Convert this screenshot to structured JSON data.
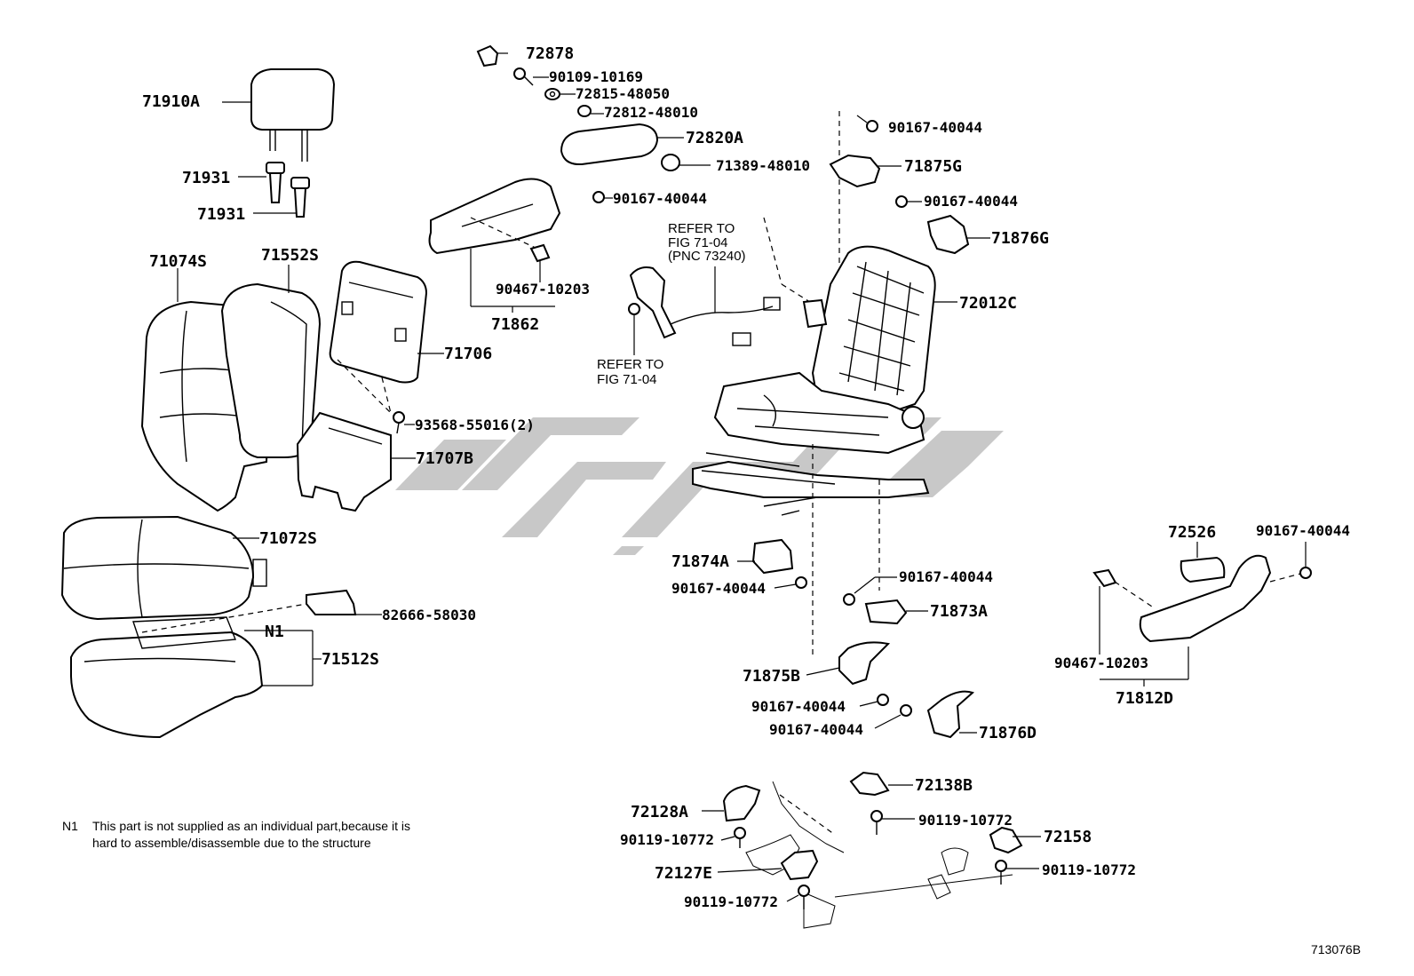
{
  "callouts": {
    "p72878": "72878",
    "p90109_10169": "90109-10169",
    "p72815_48050": "72815-48050",
    "p72812_48010": "72812-48010",
    "p72820A": "72820A",
    "p71389_48010": "71389-48010",
    "p90167_40044_a": "90167-40044",
    "p71875G": "71875G",
    "p90167_40044_b": "90167-40044",
    "p71876G": "71876G",
    "p71910A": "71910A",
    "p71931_a": "71931",
    "p71931_b": "71931",
    "p90167_40044_c": "90167-40044",
    "p71074S": "71074S",
    "p71552S": "71552S",
    "p90467_10203_a": "90467-10203",
    "p71862": "71862",
    "p72012C": "72012C",
    "p71706": "71706",
    "p93568_55016": "93568-55016(2)",
    "p71707B": "71707B",
    "p71072S": "71072S",
    "p82666_58030": "82666-58030",
    "pN1": "N1",
    "p71512S": "71512S",
    "p71874A": "71874A",
    "p90167_40044_d": "90167-40044",
    "p90167_40044_e": "90167-40044",
    "p71873A": "71873A",
    "p72526": "72526",
    "p90167_40044_f": "90167-40044",
    "p90467_10203_b": "90467-10203",
    "p71812D": "71812D",
    "p71875B": "71875B",
    "p90167_40044_g": "90167-40044",
    "p90167_40044_h": "90167-40044",
    "p71876D": "71876D",
    "p72138B": "72138B",
    "p72128A": "72128A",
    "p90119_10772_a": "90119-10772",
    "p90119_10772_b": "90119-10772",
    "p72158": "72158",
    "p72127E": "72127E",
    "p90119_10772_c": "90119-10772",
    "p90119_10772_d": "90119-10772"
  },
  "references": {
    "belt_ref_line1": "REFER TO",
    "belt_ref_line2": "FIG 71-04",
    "belt_ref_line3": "(PNC 73240)",
    "buckle_ref_line1": "REFER TO",
    "buckle_ref_line2": "FIG 71-04"
  },
  "footnote": {
    "marker": "N1",
    "line1": "This part is not supplied as an individual  part,because it is",
    "line2": "hard to  assemble/disassemble due to the structure"
  },
  "figure_code": "713076B"
}
